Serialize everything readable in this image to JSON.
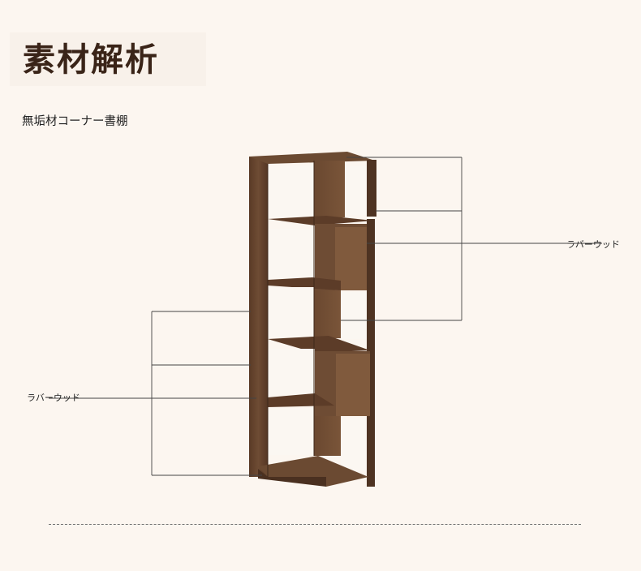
{
  "header": {
    "title": "素材解析",
    "subtitle": "無垢材コーナー書棚"
  },
  "callouts": {
    "right_label": "ラバーウッド",
    "left_label": "ラバーウッド"
  },
  "colors": {
    "background": "#fcf6f0",
    "title_text": "#3a2418",
    "wood_dark": "#4a3020",
    "wood_mid": "#6b4a33"
  }
}
